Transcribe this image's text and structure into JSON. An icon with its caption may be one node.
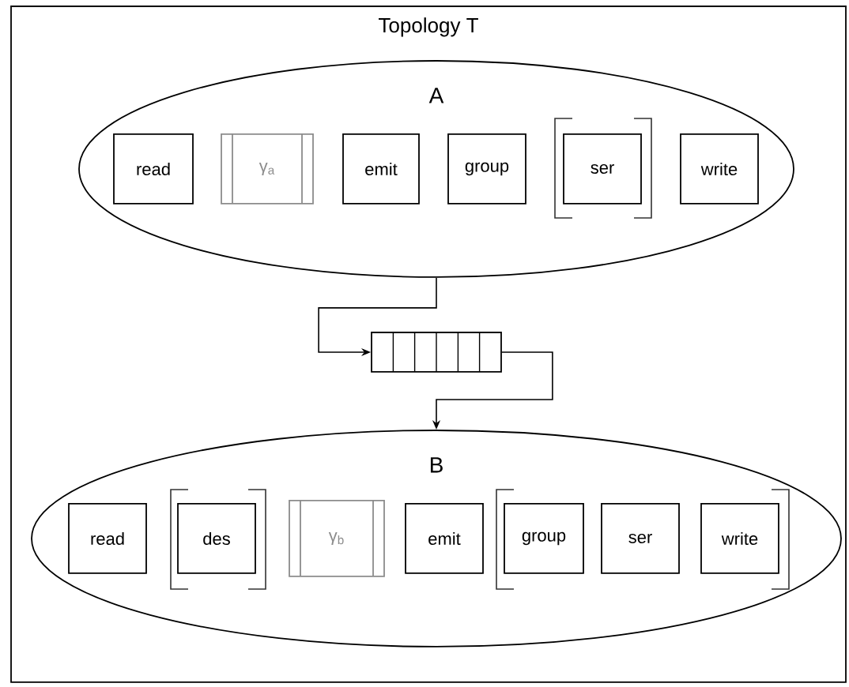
{
  "diagram": {
    "nodes": [
      {
        "text": [
          "Topology T"
        ]
      },
      {
        "text": [
          "A"
        ],
        "in": 0
      },
      {
        "text": [
          "read"
        ],
        "in": 1
      },
      {
        "text": [
          "γ$_{a}$"
        ],
        "in": 1
      },
      {
        "text": [
          "emit"
        ],
        "in": 1
      },
      {
        "text": [
          "group"
        ],
        "in": 1
      },
      {
        "text": [
          "ser"
        ],
        "in": 1
      },
      {
        "text": [
          "write"
        ],
        "in": 1
      },
      {
        "text": [],
        "shape": "box",
        "in": 0
      },
      {
        "text": [
          "B"
        ],
        "in": 0
      },
      {
        "text": [
          "read"
        ],
        "in": 9
      },
      {
        "text": [
          "des"
        ],
        "in": 9
      },
      {
        "text": [
          "γ$_{b}$"
        ],
        "in": 9
      },
      {
        "text": [
          "emit"
        ],
        "in": 9
      },
      {
        "text": [
          "group"
        ],
        "in": 9
      },
      {
        "text": [
          "ser"
        ],
        "in": 9
      },
      {
        "text": [
          "write"
        ],
        "in": 9
      }
    ],
    "edges": [
      {
        "from": 1,
        "to": 8,
        "arrow": "to"
      },
      {
        "from": 8,
        "to": 9,
        "arrow": "to"
      }
    ]
  }
}
